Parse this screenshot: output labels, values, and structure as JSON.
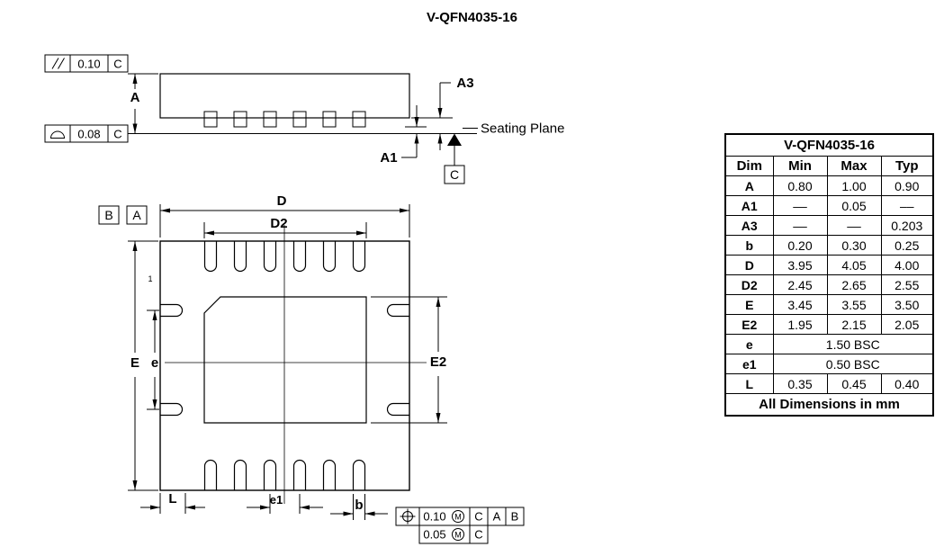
{
  "title": "V-QFN4035-16",
  "side_view": {
    "fcf_parallelism": {
      "symbol": "parallelism",
      "tolerance": "0.10",
      "datum": "C"
    },
    "fcf_seating_plane": {
      "symbol": "seating-plane",
      "tolerance": "0.08",
      "datum": "C"
    },
    "dim_a_label": "A",
    "dim_a1_label": "A1",
    "dim_a3_label": "A3",
    "seating_plane_label": "Seating Plane",
    "datum_c_label": "C"
  },
  "bottom_view": {
    "datum_a_label": "A",
    "datum_b_label": "B",
    "dim_d_label": "D",
    "dim_d2_label": "D2",
    "dim_e_big_label": "E",
    "dim_e_small_label": "e",
    "dim_e2_label": "E2",
    "dim_l_label": "L",
    "dim_e1_label": "e1",
    "dim_b_label": "b",
    "pin1_label": "1",
    "fcf_position_row1": {
      "symbol": "position",
      "tolerance": "0.10",
      "modifier": "M",
      "datum1": "C",
      "datum2": "A",
      "datum3": "B"
    },
    "fcf_position_row2": {
      "tolerance": "0.05",
      "modifier": "M",
      "datum1": "C"
    }
  },
  "table": {
    "title": "V-QFN4035-16",
    "headers": [
      "Dim",
      "Min",
      "Max",
      "Typ"
    ],
    "rows": [
      {
        "dim": "A",
        "min": "0.80",
        "max": "1.00",
        "typ": "0.90"
      },
      {
        "dim": "A1",
        "min": "––",
        "max": "0.05",
        "typ": "––"
      },
      {
        "dim": "A3",
        "min": "––",
        "max": "––",
        "typ": "0.203"
      },
      {
        "dim": "b",
        "min": "0.20",
        "max": "0.30",
        "typ": "0.25"
      },
      {
        "dim": "D",
        "min": "3.95",
        "max": "4.05",
        "typ": "4.00"
      },
      {
        "dim": "D2",
        "min": "2.45",
        "max": "2.65",
        "typ": "2.55"
      },
      {
        "dim": "E",
        "min": "3.45",
        "max": "3.55",
        "typ": "3.50"
      },
      {
        "dim": "E2",
        "min": "1.95",
        "max": "2.15",
        "typ": "2.05"
      },
      {
        "dim": "e",
        "span": "1.50 BSC"
      },
      {
        "dim": "e1",
        "span": "0.50 BSC"
      },
      {
        "dim": "L",
        "min": "0.35",
        "max": "0.45",
        "typ": "0.40"
      }
    ],
    "footer": "All Dimensions in mm"
  }
}
